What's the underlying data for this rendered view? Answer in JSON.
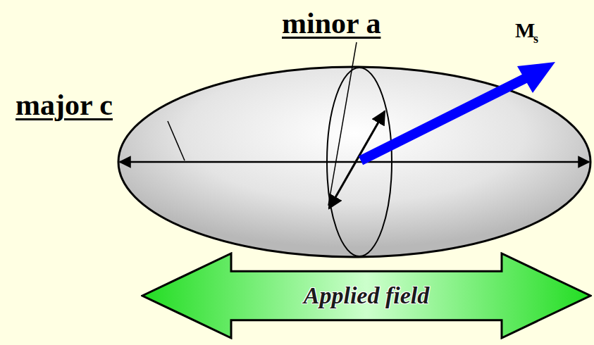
{
  "diagram": {
    "nodes": [
      {
        "text": [
          "Applied field"
        ]
      }
    ],
    "labels": [
      "major c",
      "minor a",
      "M",
      "s"
    ]
  }
}
